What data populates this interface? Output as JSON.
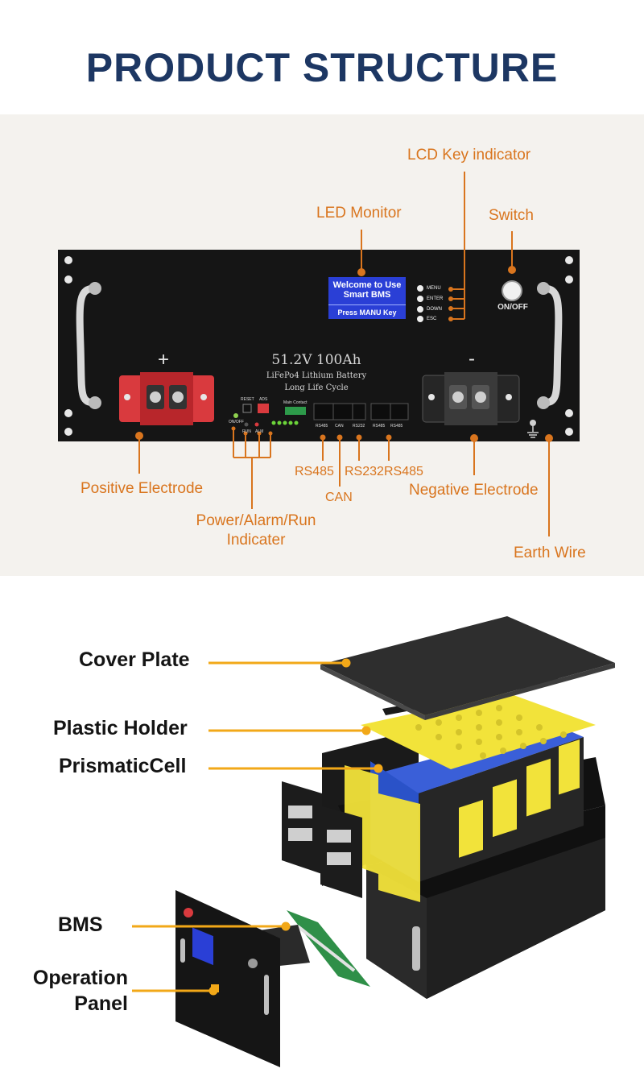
{
  "page_title": "PRODUCT STRUCTURE",
  "panel": {
    "lcd_line1": "Welcome to Use",
    "lcd_line2": "Smart BMS",
    "lcd_line3": "Press MANU Key",
    "keys": [
      "MENU",
      "ENTER",
      "DOWN",
      "ESC"
    ],
    "switch_text": "ON/OFF",
    "plus_sign": "+",
    "minus_sign": "-",
    "model_line1": "51.2V 100Ah",
    "model_line2": "LiFePo4 Lithium Battery",
    "model_line3": "Long Life Cycle",
    "small_labels": {
      "reset": "RESET",
      "ads": "ADS",
      "on_off": "ON/OFF",
      "run": "RUN",
      "alm": "ALM",
      "main_contact": "Main Contact",
      "port1": "RS485",
      "port2": "CAN",
      "port3": "RS232",
      "port4": "RS485",
      "port5": "RS485"
    }
  },
  "callouts_top": {
    "lcd_key_indicator": "LCD Key indicator",
    "led_monitor": "LED Monitor",
    "switch": "Switch",
    "positive_electrode": "Positive Electrode",
    "power_alarm_run_1": "Power/Alarm/Run",
    "power_alarm_run_2": "Indicater",
    "rs485_a": "RS485",
    "can": "CAN",
    "rs232": "RS232",
    "rs485_b": "RS485",
    "negative_electrode": "Negative Electrode",
    "earth_wire": "Earth Wire"
  },
  "callouts_bottom": {
    "cover_plate": "Cover Plate",
    "plastic_holder": "Plastic Holder",
    "prismatic_cell": "PrismaticCell",
    "bms": "BMS",
    "operation_panel_1": "Operation",
    "operation_panel_2": "Panel"
  },
  "colors": {
    "title": "#1d3763",
    "callout_top": "#d9751e",
    "callout_bottom": "#f2a818",
    "panel": "#151515",
    "lcd": "#2a3fd6",
    "terminal_positive": "#d93a3e",
    "cell_blue": "#2a52c8",
    "holder_yellow": "#f2e33a"
  }
}
